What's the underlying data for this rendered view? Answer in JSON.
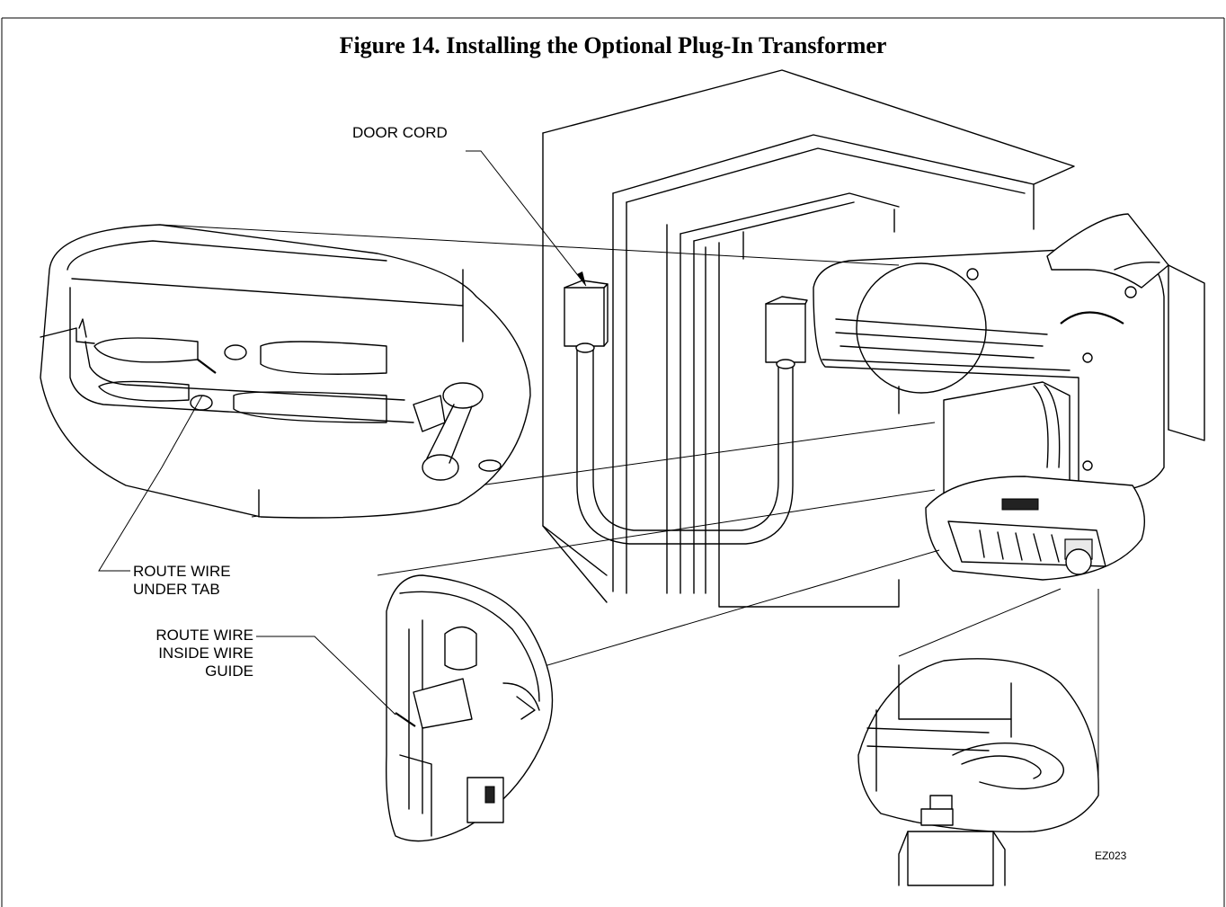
{
  "figure": {
    "title": "Figure 14. Installing the Optional Plug-In Transformer",
    "reference_code": "EZ023"
  },
  "callouts": {
    "door_cord": "DOOR CORD",
    "route_wire_under_tab": "ROUTE WIRE\nUNDER TAB",
    "route_wire_inside_guide": "ROUTE WIRE\nINSIDE WIRE\nGUIDE"
  }
}
